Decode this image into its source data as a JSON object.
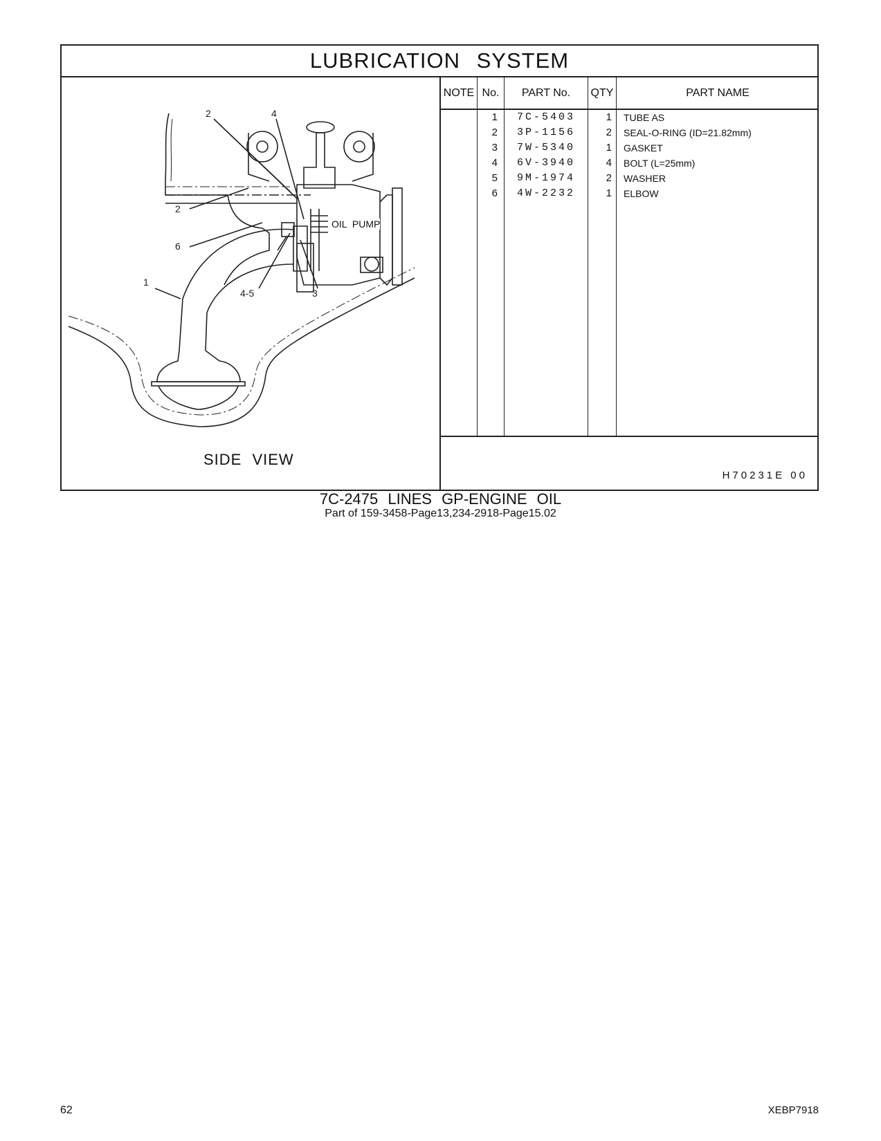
{
  "header": {
    "title": "LUBRICATION   SYSTEM"
  },
  "drawing": {
    "view_label": "SIDE  VIEW",
    "oil_pump_label": "OIL  PUMP",
    "callouts": [
      "2",
      "4",
      "2",
      "6",
      "1",
      "4-5",
      "3"
    ]
  },
  "table": {
    "headers": {
      "note": "NOTE",
      "no": "No.",
      "part_no": "PART No.",
      "qty": "QTY",
      "part_name": "PART NAME"
    },
    "rows": [
      {
        "no": "1",
        "part_no": "7C-5403",
        "qty": "1",
        "name": "TUBE  AS"
      },
      {
        "no": "2",
        "part_no": "3P-1156",
        "qty": "2",
        "name": "SEAL-O-RING (ID=21.82mm)"
      },
      {
        "no": "3",
        "part_no": "7W-5340",
        "qty": "1",
        "name": "GASKET"
      },
      {
        "no": "4",
        "part_no": "6V-3940",
        "qty": "4",
        "name": "BOLT (L=25mm)"
      },
      {
        "no": "5",
        "part_no": "9M-1974",
        "qty": "2",
        "name": "WASHER"
      },
      {
        "no": "6",
        "part_no": "4W-2232",
        "qty": "1",
        "name": "ELBOW"
      }
    ],
    "drawing_code": "H70231E   00"
  },
  "caption": {
    "title": "7C-2475  LINES  GP-ENGINE  OIL",
    "subtitle": "Part of 159-3458-Page13,234-2918-Page15.02"
  },
  "footer": {
    "page_number": "62",
    "doc_code": "XEBP7918"
  }
}
